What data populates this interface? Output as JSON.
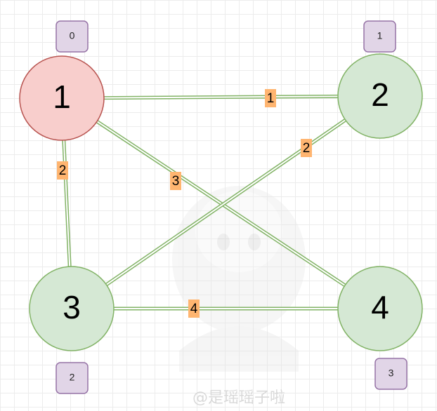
{
  "colors": {
    "active_fill": "#f8cecc",
    "active_stroke": "#b85450",
    "node_fill": "#d5e8d4",
    "node_stroke": "#82b366",
    "edge_stroke": "#82b366",
    "weight_bg": "#ffb570",
    "index_fill": "#e1d5e7",
    "index_stroke": "#9673a6"
  },
  "nodes": [
    {
      "id": "n1",
      "label": "1",
      "index": "0",
      "active": true
    },
    {
      "id": "n2",
      "label": "2",
      "index": "1",
      "active": false
    },
    {
      "id": "n3",
      "label": "3",
      "index": "2",
      "active": false
    },
    {
      "id": "n4",
      "label": "4",
      "index": "3",
      "active": false
    }
  ],
  "edges": [
    {
      "from": "n1",
      "to": "n2",
      "weight": "1"
    },
    {
      "from": "n1",
      "to": "n3",
      "weight": "2"
    },
    {
      "from": "n1",
      "to": "n4",
      "weight": "3"
    },
    {
      "from": "n2",
      "to": "n3",
      "weight": "2"
    },
    {
      "from": "n3",
      "to": "n4",
      "weight": "4"
    }
  ],
  "watermark": {
    "text": "@是瑶瑶子啦"
  }
}
